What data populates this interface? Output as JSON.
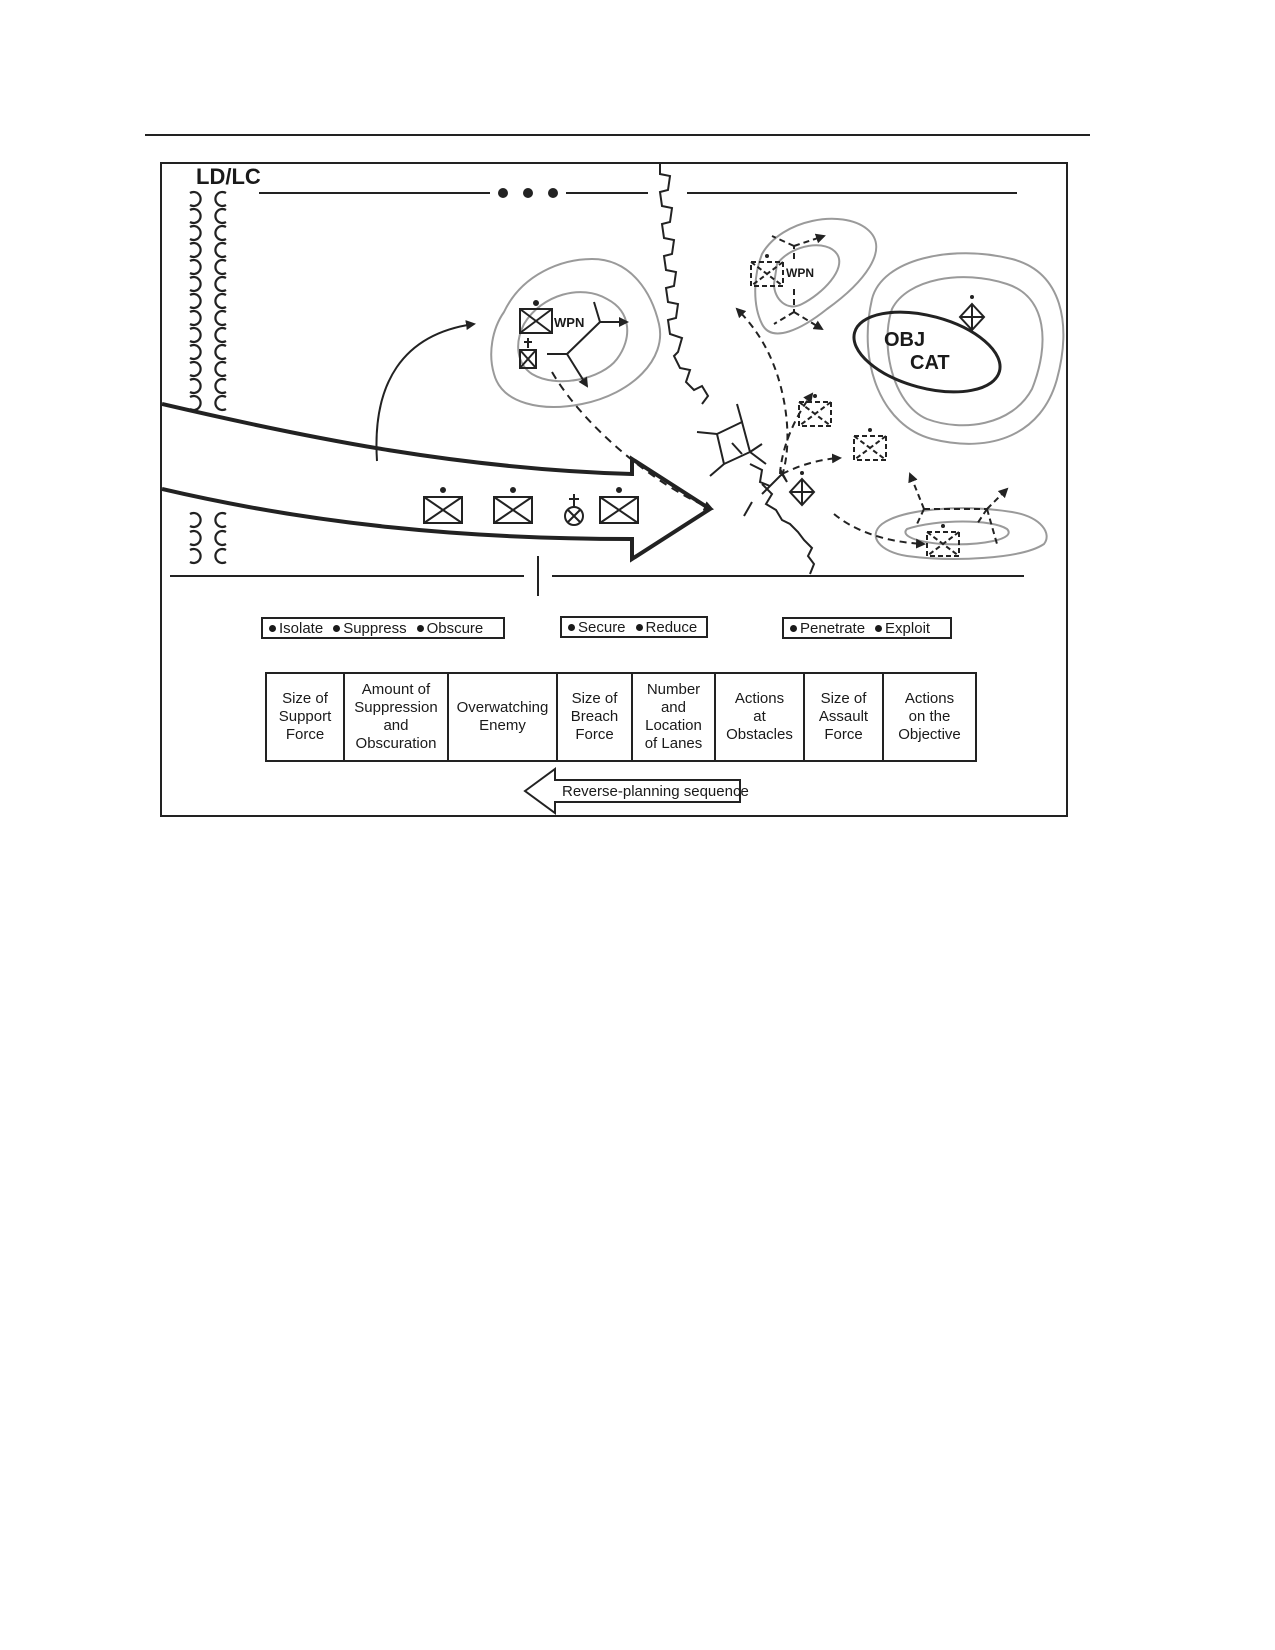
{
  "diagram": {
    "start_line_label": "LD/LC",
    "objective_label_line1": "OBJ",
    "objective_label_line2": "CAT",
    "weapons_label_1": "WPN",
    "weapons_label_2": "WPN",
    "icons": {
      "infantry": "infantry-unit-icon",
      "engineer": "engineer-unit-icon",
      "mech": "mechanized-unit-icon",
      "obstacle": "wire-obstacle-icon",
      "arrow": "arrow-icon"
    }
  },
  "phases": [
    {
      "items": [
        "Isolate",
        "Suppress",
        "Obscure"
      ]
    },
    {
      "items": [
        "Secure",
        "Reduce"
      ]
    },
    {
      "items": [
        "Penetrate",
        "Exploit"
      ]
    }
  ],
  "sequence_table": [
    "Size of\nSupport\nForce",
    "Amount of\nSuppression\nand\nObscuration",
    "Overwatching\nEnemy",
    "Size of\nBreach\nForce",
    "Number\nand\nLocation\nof Lanes",
    "Actions\nat\nObstacles",
    "Size of\nAssault\nForce",
    "Actions\non the\nObjective"
  ],
  "reverse_planning_label": "Reverse-planning sequence"
}
